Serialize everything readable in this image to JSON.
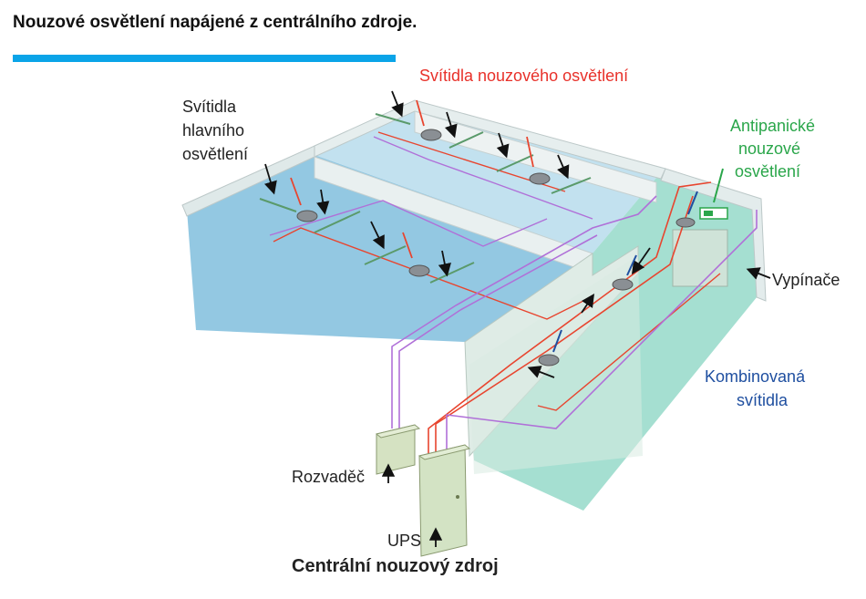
{
  "title": "Nouzové osvětlení napájené z centrálního zdroje.",
  "labels": {
    "emergency_luminaires": "Svítidla nouzového osvětlení",
    "main_luminaires": [
      "Svítidla",
      "hlavního",
      "osvětlení"
    ],
    "antipanic": [
      "Antipanické",
      "nouzové",
      "osvětlení"
    ],
    "switches": "Vypínače",
    "combined": [
      "Kombinovaná",
      "svítidla"
    ],
    "distribution_board": "Rozvaděč",
    "ups": "UPS",
    "central_source": "Centrální nouzový zdroj"
  },
  "colors": {
    "accent_bar": "#0aa4e8",
    "emergency_red": "#e8312a",
    "antipanic_green": "#2aa64a",
    "combined_blue": "#1f4fa0"
  }
}
